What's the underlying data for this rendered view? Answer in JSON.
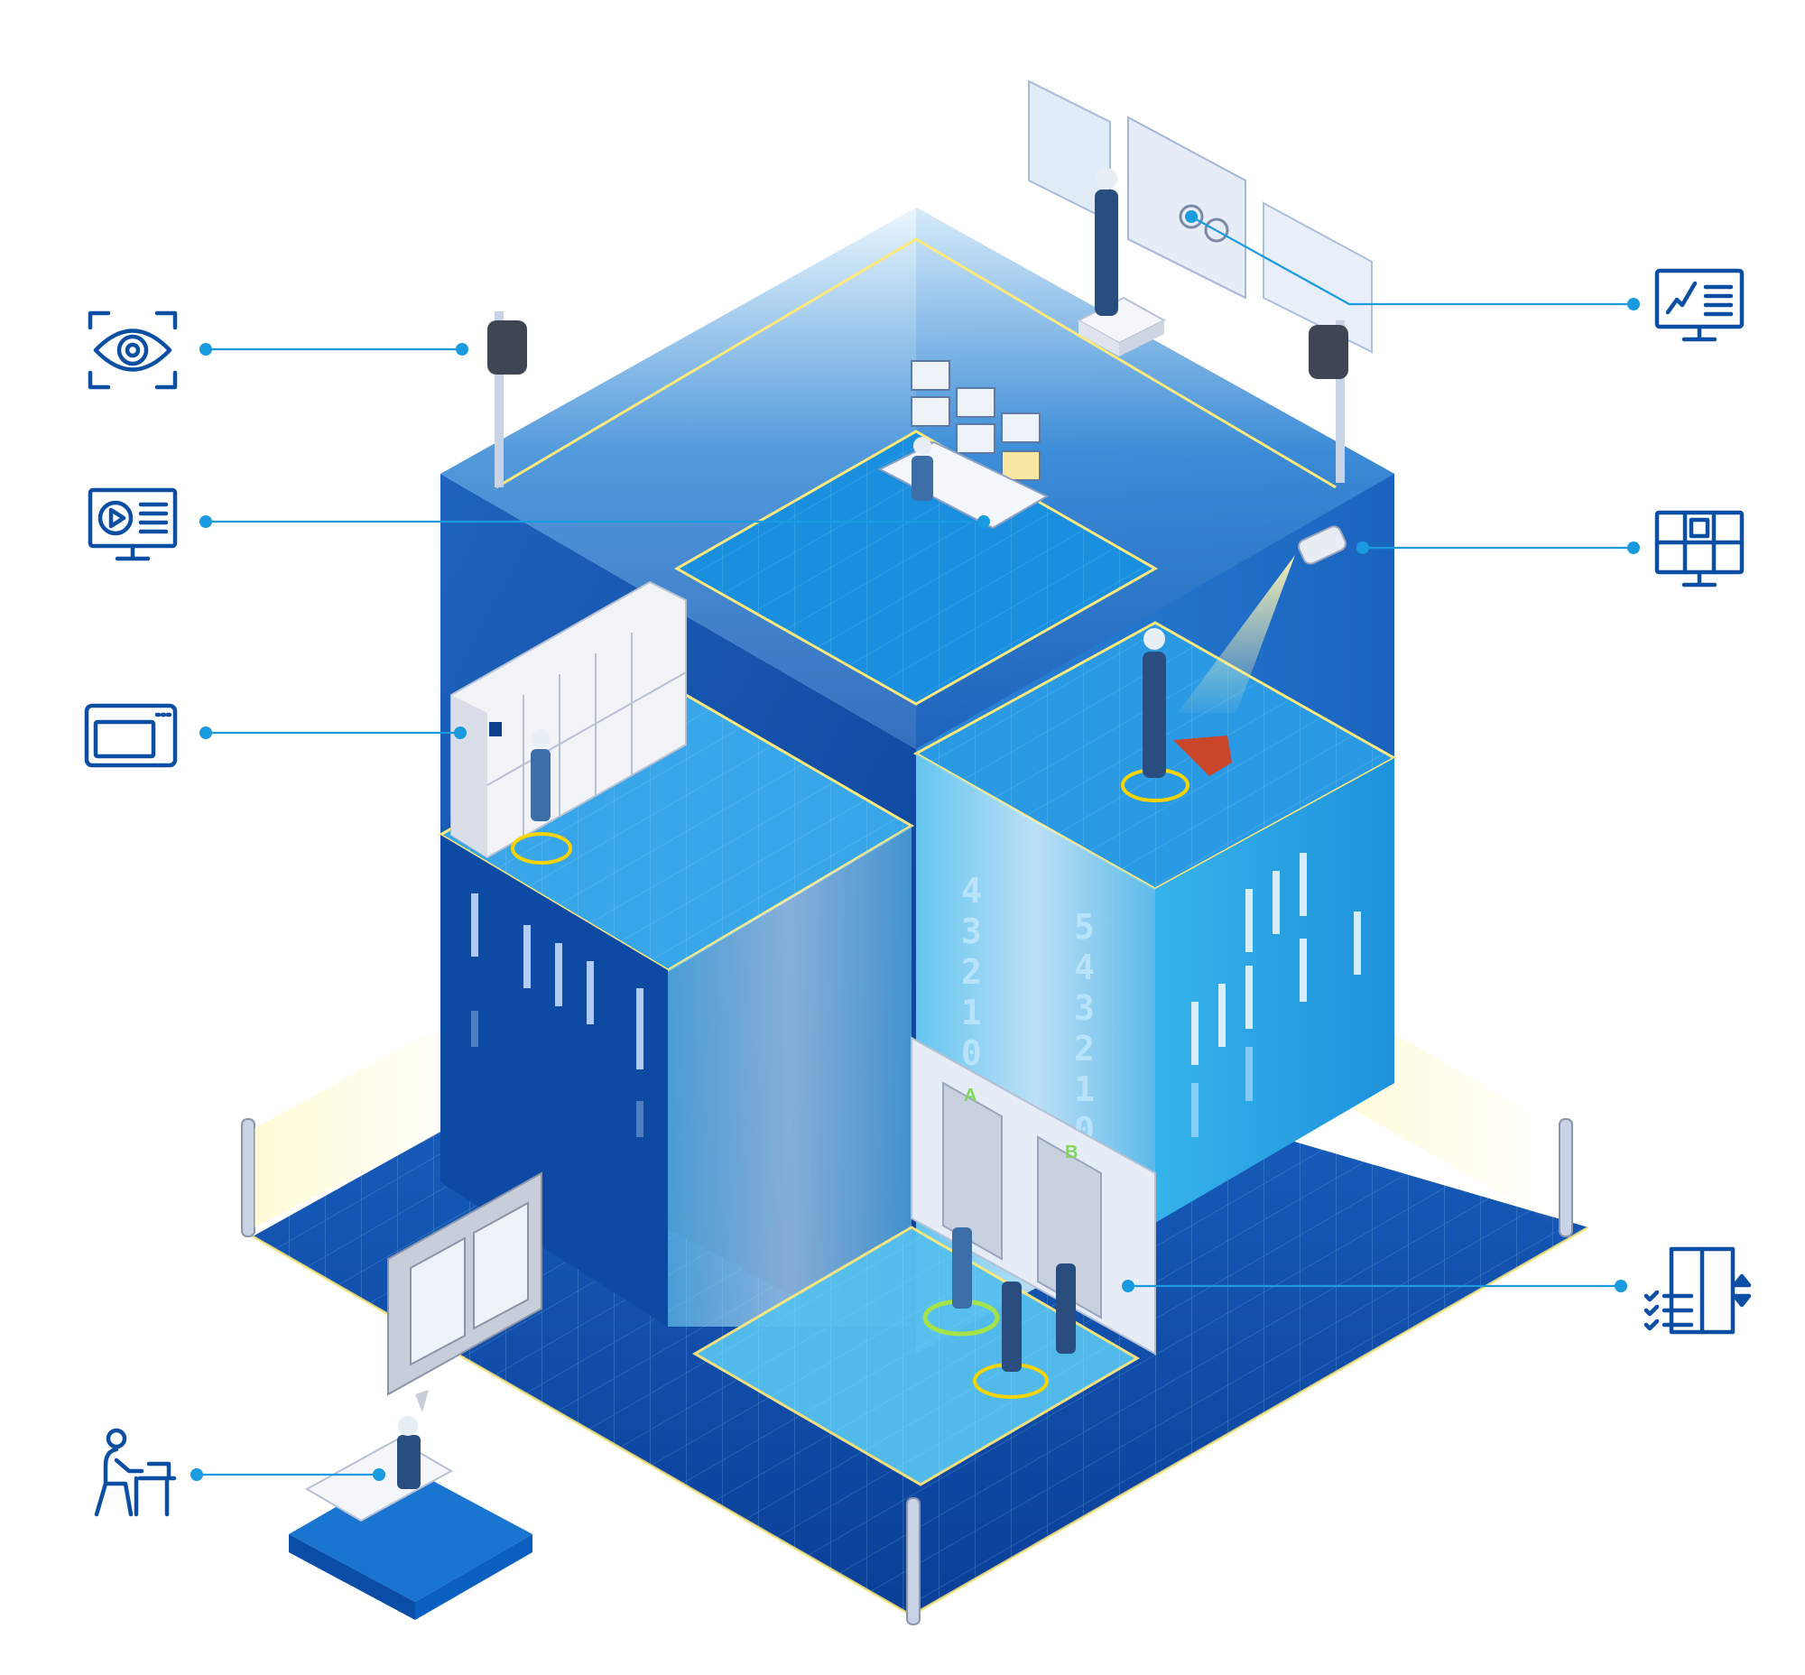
{
  "colors": {
    "accent": "#1a9be0",
    "icon": "#0b4ea2",
    "building_dark": "#0a3f97",
    "building_mid": "#1f7bd6",
    "building_light": "#52c2f0",
    "glow": "#ffe97a",
    "highlight_ring": "#f5d400",
    "alert_arrow": "#c9462b"
  },
  "left_icons": [
    {
      "icon": "eye-icon"
    },
    {
      "icon": "video-monitor-icon"
    },
    {
      "icon": "tablet-icon"
    },
    {
      "icon": "person-at-desk-icon"
    }
  ],
  "right_icons": [
    {
      "icon": "analytics-monitor-icon"
    },
    {
      "icon": "video-wall-icon"
    },
    {
      "icon": "elevator-checklist-icon"
    }
  ],
  "elevator": {
    "shaft_a_floors": [
      "4",
      "3",
      "2",
      "1",
      "0"
    ],
    "shaft_b_floors": [
      "5",
      "4",
      "3",
      "2",
      "1",
      "0"
    ],
    "car_a_label": "A",
    "car_b_label": "B"
  }
}
